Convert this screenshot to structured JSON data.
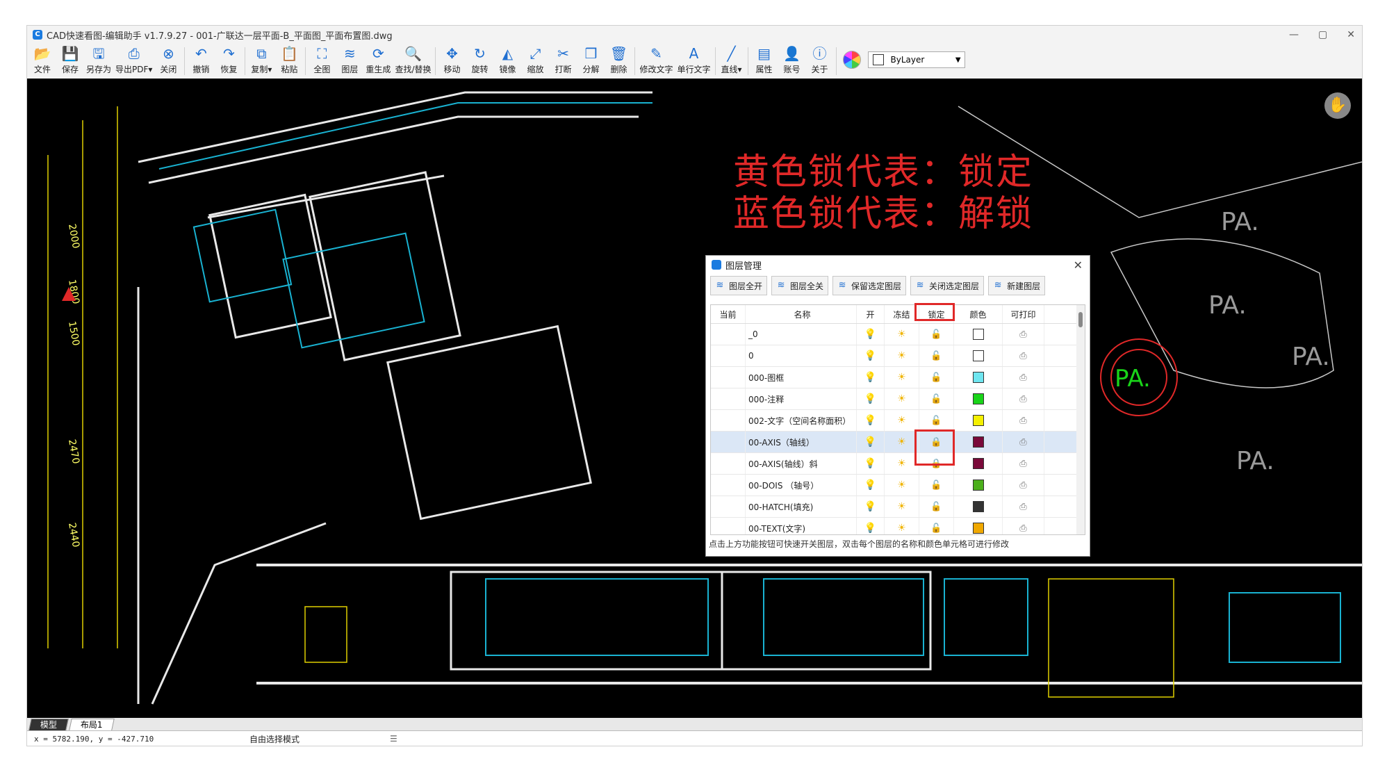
{
  "window": {
    "title": "CAD快速看图-编辑助手 v1.7.9.27 - 001-广联达一层平面-B_平面图_平面布置图.dwg",
    "controls": [
      "—",
      "▢",
      "✕"
    ]
  },
  "toolbar": {
    "items": [
      {
        "label": "文件",
        "icon": "folder-icon",
        "glyph": "📂"
      },
      {
        "label": "保存",
        "icon": "save-icon",
        "glyph": "💾"
      },
      {
        "label": "另存为",
        "icon": "save-as-icon",
        "glyph": "🖫"
      },
      {
        "label": "导出PDF▾",
        "icon": "export-pdf-icon",
        "glyph": "⎙"
      },
      {
        "label": "关闭",
        "icon": "close-circle-icon",
        "glyph": "⊗"
      },
      {
        "label": "撤销",
        "icon": "undo-icon",
        "glyph": "↶"
      },
      {
        "label": "恢复",
        "icon": "redo-icon",
        "glyph": "↷"
      },
      {
        "label": "复制▾",
        "icon": "copy-icon",
        "glyph": "⧉"
      },
      {
        "label": "粘贴",
        "icon": "paste-icon",
        "glyph": "📋"
      },
      {
        "label": "全图",
        "icon": "fit-view-icon",
        "glyph": "⛶"
      },
      {
        "label": "图层",
        "icon": "layers-icon",
        "glyph": "≋"
      },
      {
        "label": "重生成",
        "icon": "regenerate-icon",
        "glyph": "⟳"
      },
      {
        "label": "查找/替换",
        "icon": "find-replace-icon",
        "glyph": "🔍"
      },
      {
        "label": "移动",
        "icon": "move-icon",
        "glyph": "✥"
      },
      {
        "label": "旋转",
        "icon": "rotate-icon",
        "glyph": "↻"
      },
      {
        "label": "镜像",
        "icon": "mirror-icon",
        "glyph": "◭"
      },
      {
        "label": "缩放",
        "icon": "scale-icon",
        "glyph": "⤢"
      },
      {
        "label": "打断",
        "icon": "break-icon",
        "glyph": "✂"
      },
      {
        "label": "分解",
        "icon": "explode-icon",
        "glyph": "❒"
      },
      {
        "label": "删除",
        "icon": "delete-icon",
        "glyph": "🗑"
      },
      {
        "label": "修改文字",
        "icon": "edit-text-icon",
        "glyph": "✎"
      },
      {
        "label": "单行文字",
        "icon": "single-text-icon",
        "glyph": "A"
      },
      {
        "label": "直线▾",
        "icon": "line-icon",
        "glyph": "╱"
      },
      {
        "label": "属性",
        "icon": "properties-icon",
        "glyph": "▤"
      },
      {
        "label": "账号",
        "icon": "account-icon",
        "glyph": "👤"
      },
      {
        "label": "关于",
        "icon": "info-icon",
        "glyph": "ⓘ"
      }
    ],
    "bylayer": "ByLayer"
  },
  "canvas": {
    "annotation_line1": "黄色锁代表：锁定",
    "annotation_line2": "蓝色锁代表：解锁",
    "pa_labels": [
      "PA.",
      "PA.",
      "PA.",
      "PA.",
      "PA."
    ],
    "bg_color": "#000000",
    "annotation_color": "#e02828"
  },
  "dialog": {
    "title": "图层管理",
    "buttons": [
      "图层全开",
      "图层全关",
      "保留选定图层",
      "关闭选定图层",
      "新建图层"
    ],
    "columns": [
      "当前",
      "名称",
      "开",
      "冻结",
      "锁定",
      "颜色",
      "可打印"
    ],
    "rows": [
      {
        "name": "_0",
        "locked": false,
        "color": "#ffffff",
        "selected": false
      },
      {
        "name": "0",
        "locked": false,
        "color": "#ffffff",
        "selected": false
      },
      {
        "name": "000-图框",
        "locked": false,
        "color": "#6fe6f0",
        "selected": false
      },
      {
        "name": "000-注释",
        "locked": false,
        "color": "#19d419",
        "selected": false
      },
      {
        "name": "002-文字（空间名称面积）",
        "locked": false,
        "color": "#f4f000",
        "selected": false
      },
      {
        "name": "00-AXIS（轴线）",
        "locked": true,
        "color": "#7a0a3a",
        "selected": true
      },
      {
        "name": "00-AXIS(轴线）斜",
        "locked": true,
        "color": "#7a0a3a",
        "selected": false
      },
      {
        "name": "00-DOIS （轴号）",
        "locked": false,
        "color": "#4caf1c",
        "selected": false
      },
      {
        "name": "00-HATCH(填充)",
        "locked": false,
        "color": "#333333",
        "selected": false
      },
      {
        "name": "00-TEXT(文字)",
        "locked": false,
        "color": "#f0a800",
        "selected": false
      }
    ],
    "footer": "点击上方功能按钮可快速开关图层，双击每个图层的名称和颜色单元格可进行修改"
  },
  "tabs": [
    "模型",
    "布局1"
  ],
  "status": {
    "coords": "x = 5782.190,  y = -427.710",
    "mode": "自由选择模式",
    "menu": "☰"
  }
}
